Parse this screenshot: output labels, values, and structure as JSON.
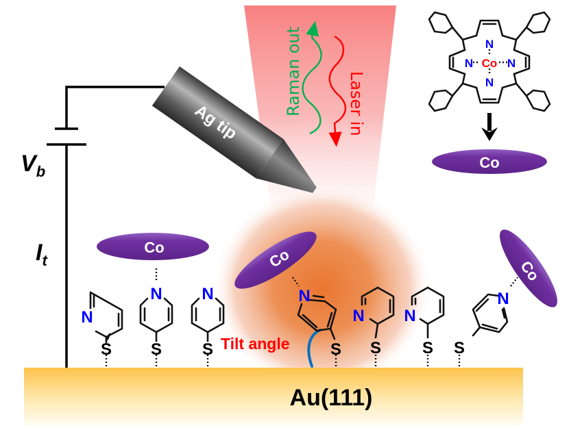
{
  "figure": {
    "type": "TERS schematic (tip-enhanced Raman spectroscopy of CoTPP on pyridine-thiol SAM)",
    "colors": {
      "laser_beam": "#f87a7a",
      "hotspot": "#e9762f",
      "co_disk": "#7030a0",
      "nitrogen": "#0000ff",
      "cobalt_label": "#ff0000",
      "raman_wave": "#00b050",
      "laser_wave": "#ff0000",
      "tilt_arc": "#0070c0",
      "substrate_top": "#fcc24a",
      "substrate_bottom": "#fffbf0",
      "tip": "#5a5a5a"
    }
  },
  "circuit": {
    "bias_label_main": "V",
    "bias_label_sub": "b",
    "current_label_main": "I",
    "current_label_sub": "t"
  },
  "tip": {
    "label": "Ag tip"
  },
  "beam": {
    "raman_label": "Raman out",
    "laser_label": "Laser in"
  },
  "porphyrin": {
    "center_atom": "Co",
    "nitrogen_atoms": [
      "N",
      "N",
      "N",
      "N"
    ],
    "phenyl_count": 4,
    "arrow": "down-arrow",
    "disk_label": "Co"
  },
  "molecules": [
    {
      "type": "2-pyridinethiol",
      "n_label": "N",
      "s_label": "S",
      "co_bound": false
    },
    {
      "type": "4-pyridinethiol",
      "n_label": "N",
      "s_label": "S",
      "co_bound": true,
      "co_label": "Co",
      "co_orientation": "flat"
    },
    {
      "type": "4-pyridinethiol",
      "n_label": "N",
      "s_label": "S",
      "co_bound": false
    },
    {
      "type": "4-pyridinethiol (tilted)",
      "n_label": "N",
      "s_label": "S",
      "co_bound": true,
      "co_label": "Co",
      "co_orientation": "tilted"
    },
    {
      "type": "2-pyridinethiol",
      "n_label": "N",
      "s_label": "S",
      "co_bound": false
    },
    {
      "type": "2-pyridinethiol",
      "n_label": "N",
      "s_label": "S",
      "co_bound": false
    },
    {
      "type": "4-pyridinethiol (tilted)",
      "n_label": "N",
      "s_label": "S",
      "co_bound": true,
      "co_label": "Co",
      "co_orientation": "steep"
    }
  ],
  "annotations": {
    "tilt_angle": "Tilt angle"
  },
  "substrate": {
    "label": "Au(111)"
  }
}
